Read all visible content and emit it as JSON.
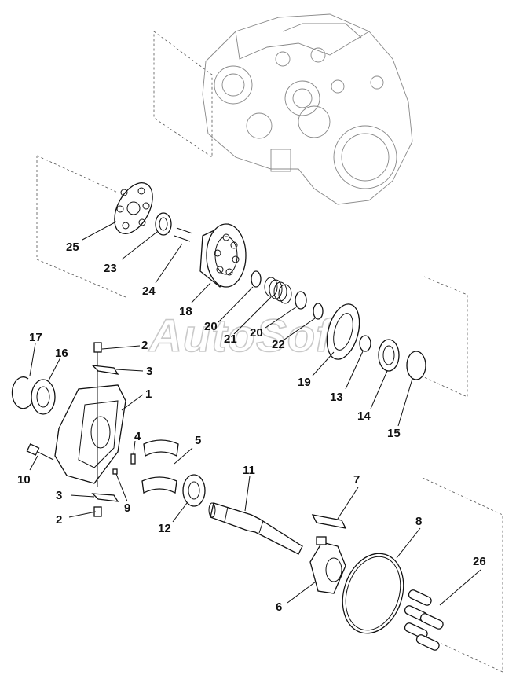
{
  "watermark": "AutoSoft",
  "callouts": [
    "25",
    "23",
    "24",
    "18",
    "20",
    "21",
    "20",
    "22",
    "19",
    "13",
    "14",
    "15",
    "17",
    "16",
    "2",
    "3",
    "1",
    "10",
    "4",
    "5",
    "3",
    "9",
    "2",
    "12",
    "11",
    "7",
    "8",
    "26",
    "6"
  ]
}
